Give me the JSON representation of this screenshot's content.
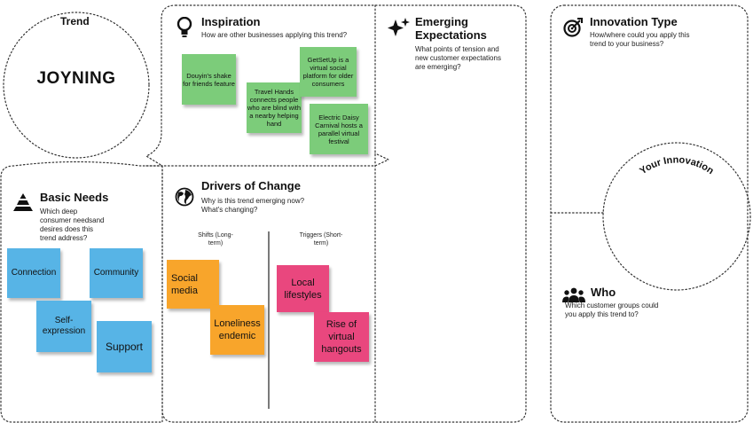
{
  "trend": {
    "label": "Trend",
    "value": "JOYNING"
  },
  "inspiration": {
    "title": "Inspiration",
    "subtitle": "How are other businesses applying this trend?",
    "notes": [
      "Douyin's shake for friends feature",
      "Travel Hands connects people who are blind with a nearby helping hand",
      "GetSetUp is a virtual social platform for older consumers",
      "Electric Daisy Carnival hosts a parallel virtual festival"
    ]
  },
  "emerging": {
    "title": "Emerging Expectations",
    "subtitle": "What points of tension and new customer expectations are emerging?"
  },
  "innovation_type": {
    "title": "Innovation Type",
    "subtitle": "How/where could you apply this trend to your business?"
  },
  "your_innovation": {
    "label": "Your Innovation"
  },
  "basic_needs": {
    "title": "Basic Needs",
    "subtitle": "Which deep consumer needsand desires does this trend address?",
    "notes": [
      "Connection",
      "Community",
      "Self-expression",
      "Support"
    ]
  },
  "drivers": {
    "title": "Drivers of Change",
    "subtitle": "Why is this trend emerging now? What's changing?",
    "shifts_label": "Shifts (Long-term)",
    "triggers_label": "Triggers (Short-term)",
    "shifts": [
      "Social media",
      "Loneliness endemic"
    ],
    "triggers": [
      "Local lifestyles",
      "Rise of virtual hangouts"
    ]
  },
  "who": {
    "title": "Who",
    "subtitle": "Which customer groups could you apply this trend to?"
  },
  "colors": {
    "green": "#7ccc7a",
    "blue": "#57b4e6",
    "orange": "#f8a52b",
    "pink": "#e9477e",
    "border": "#333333"
  }
}
